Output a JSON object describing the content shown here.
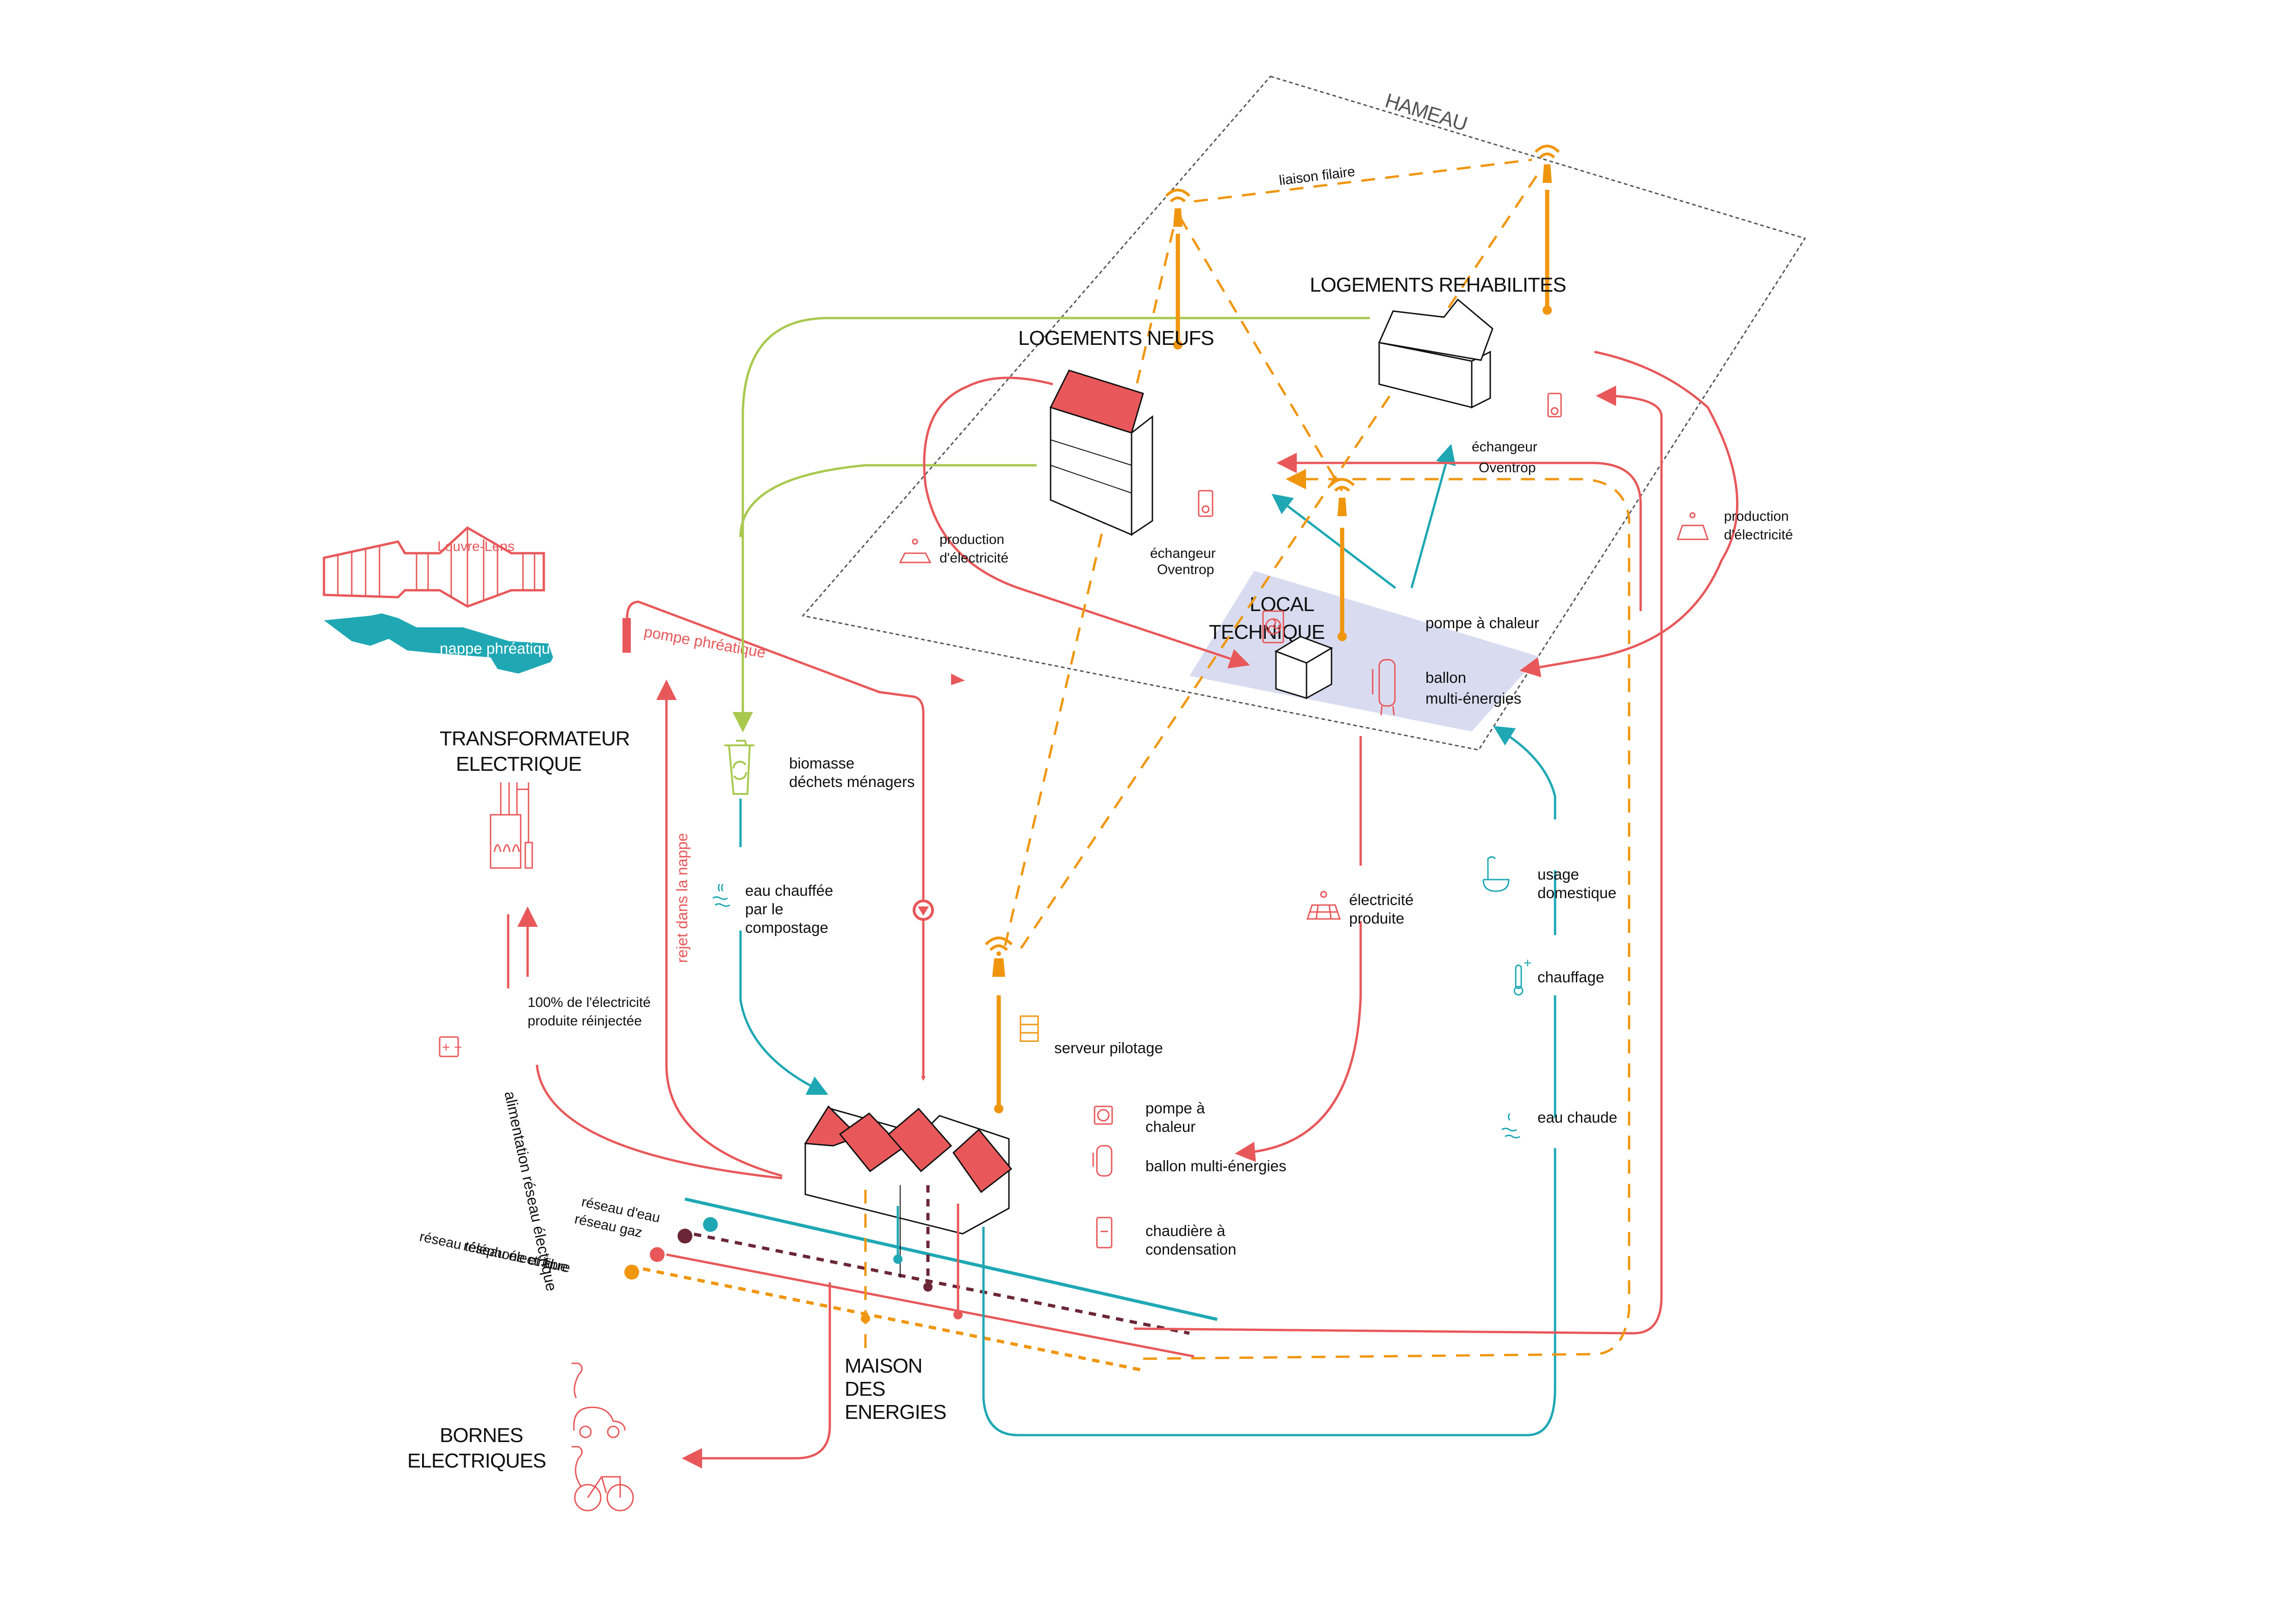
{
  "colors": {
    "electricity": "#e8585a",
    "water": "#1fa8b4",
    "biomass": "#a8c94e",
    "data": "#f0960e",
    "gas": "#6b2737",
    "local_technique_bg": "#d9dcf0"
  },
  "zones": {
    "hameau": "HAMEAU"
  },
  "buildings": {
    "logements_neufs": "LOGEMENTS NEUFS",
    "logements_rehabilites": "LOGEMENTS REHABILITES",
    "local_technique_line1": "LOCAL",
    "local_technique_line2": "TECHNIQUE",
    "transformateur_line1": "TRANSFORMATEUR",
    "transformateur_line2": "ELECTRIQUE",
    "maison_line1": "MAISON",
    "maison_line2": "DES",
    "maison_line3": "ENERGIES",
    "bornes_line1": "BORNES",
    "bornes_line2": "ELECTRIQUES",
    "louvre_lens": "Louvre-Lens",
    "nappe": "nappe phréatique"
  },
  "labels": {
    "liaison_filaire": "liaison filaire",
    "echangeur_neufs_1": "échangeur",
    "echangeur_neufs_2": "Oventrop",
    "echangeur_rehab_1": "échangeur",
    "echangeur_rehab_2": "Oventrop",
    "production_left_1": "production",
    "production_left_2": "d'électricité",
    "production_right_1": "production",
    "production_right_2": "d'électricité",
    "pompe_chaleur_local": "pompe à chaleur",
    "ballon_local_1": "ballon",
    "ballon_local_2": "multi-énergies",
    "pompe_phreatique": "pompe phréatique",
    "rejet_nappe": "rejet dans la nappe",
    "biomasse_1": "biomasse",
    "biomasse_2": "déchets ménagers",
    "eau_chauffee_1": "eau chauffée",
    "eau_chauffee_2": "par le",
    "eau_chauffee_3": "compostage",
    "reinjectee_1": "100% de l'électricité",
    "reinjectee_2": "produite réinjectée",
    "alimentation": "alimentation réseau électrique",
    "serveur": "serveur pilotage",
    "pompe_maison_1": "pompe à",
    "pompe_maison_2": "chaleur",
    "ballon_maison": "ballon multi-énergies",
    "chaudiere_1": "chaudière à",
    "chaudiere_2": "condensation",
    "elec_produite_1": "électricité",
    "elec_produite_2": "produite",
    "usage_1": "usage",
    "usage_2": "domestique",
    "chauffage": "chauffage",
    "eau_chaude": "eau chaude"
  },
  "networks": [
    {
      "label": "réseau d'eau",
      "icon": "water-drop-icon"
    },
    {
      "label": "réseau gaz",
      "icon": "gas-flame-icon"
    },
    {
      "label": "réseau électrique",
      "icon": "lightning-icon"
    },
    {
      "label": "réseau téléphone et fibre",
      "icon": "fiber-icon"
    }
  ]
}
